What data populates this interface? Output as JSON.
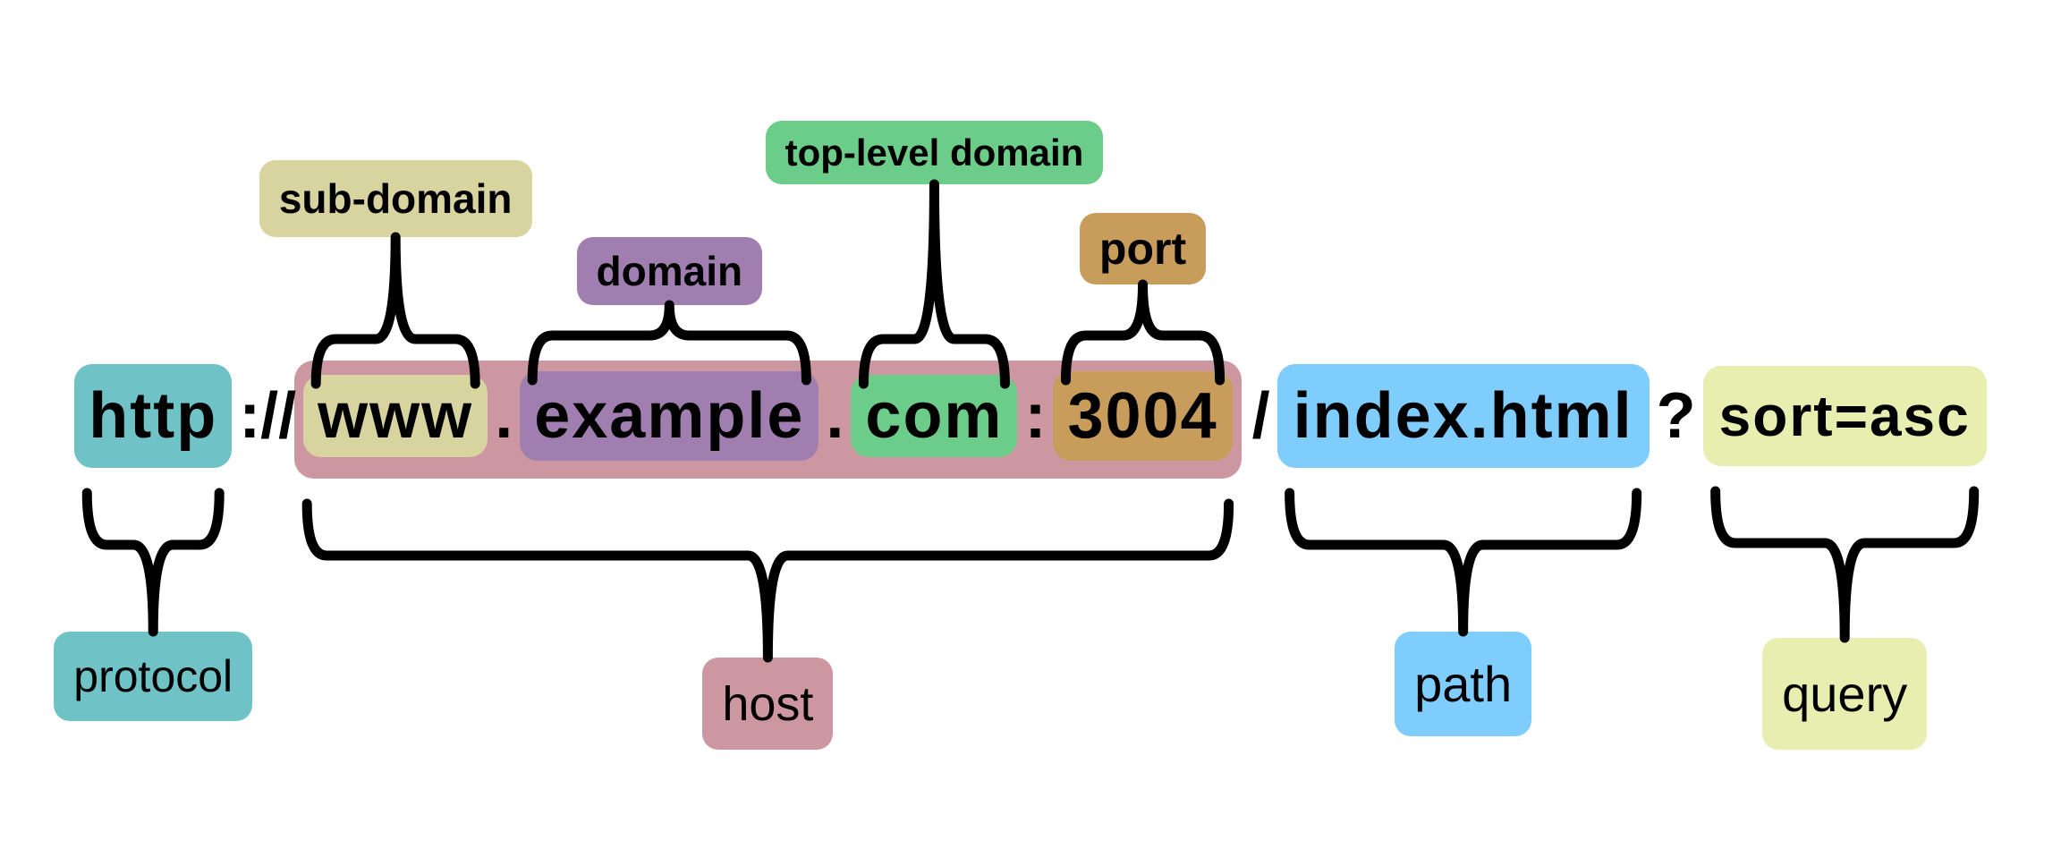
{
  "url_parts": {
    "protocol": "http",
    "sep_colon_slashes": "://",
    "subdomain": "www",
    "dot1": ".",
    "domain": "example",
    "dot2": ".",
    "tld": "com",
    "colon": ":",
    "port": "3004",
    "slash": "/",
    "path": "index.html",
    "question": "?",
    "query": "sort=asc"
  },
  "labels": {
    "subdomain": "sub-domain",
    "domain": "domain",
    "tld": "top-level domain",
    "port": "port",
    "protocol": "protocol",
    "host": "host",
    "path": "path",
    "query": "query"
  },
  "colors": {
    "protocol": "#6fc3c7",
    "host": "#cd97a1",
    "subdomain": "#d8d49f",
    "domain": "#a07fb0",
    "tld": "#6ccc8a",
    "port": "#c89d5b",
    "path": "#7ecdfd",
    "query": "#e8eeaf"
  }
}
